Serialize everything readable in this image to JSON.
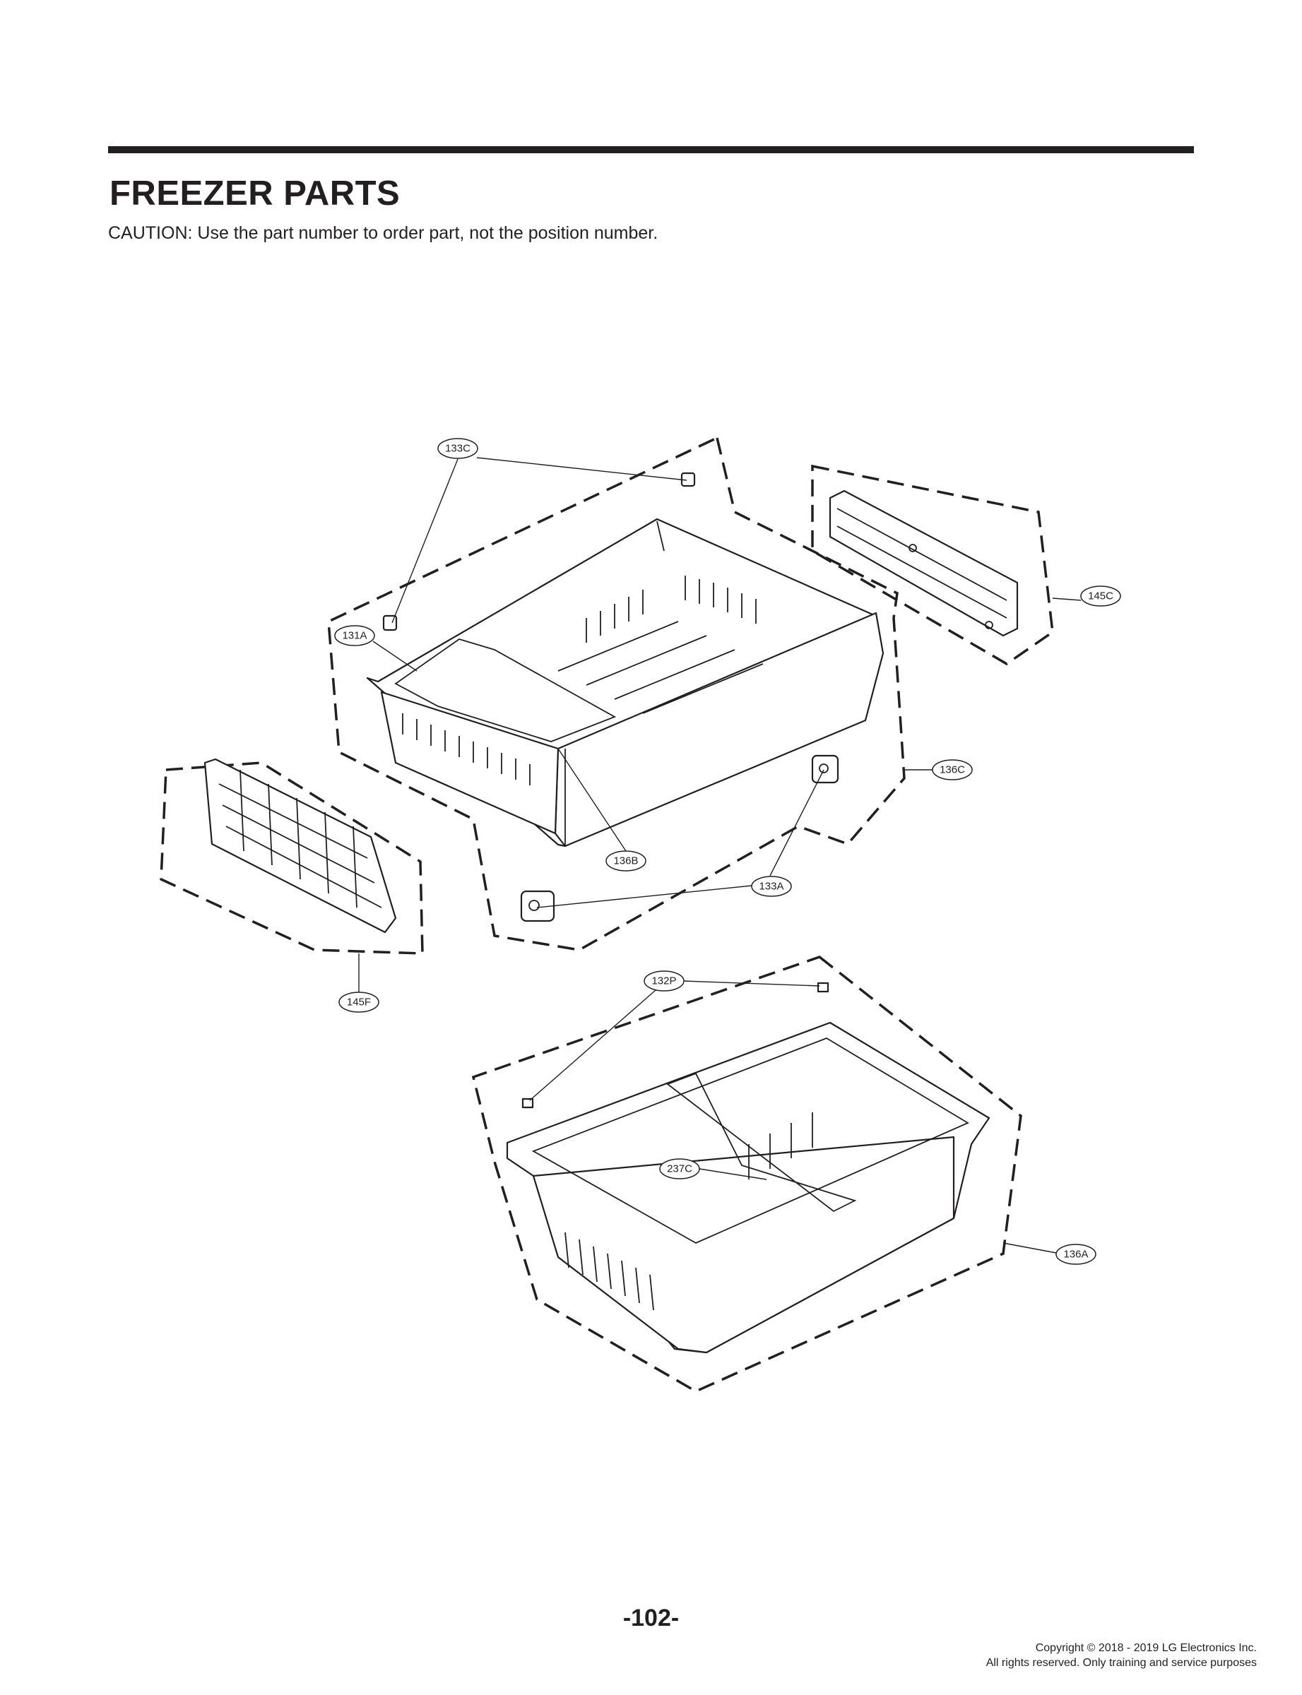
{
  "header": {
    "title": "FREEZER PARTS",
    "caution": "CAUTION: Use the part number to order part, not the position number."
  },
  "callouts": [
    {
      "label": "133C"
    },
    {
      "label": "131A"
    },
    {
      "label": "145C"
    },
    {
      "label": "136C"
    },
    {
      "label": "136B"
    },
    {
      "label": "133A"
    },
    {
      "label": "145F"
    },
    {
      "label": "132P"
    },
    {
      "label": "237C"
    },
    {
      "label": "136A"
    }
  ],
  "footer": {
    "page_number": "-102-",
    "copyright_line1": "Copyright © 2018 - 2019 LG Electronics Inc.",
    "copyright_line2": "All rights reserved. Only training and service purposes"
  }
}
